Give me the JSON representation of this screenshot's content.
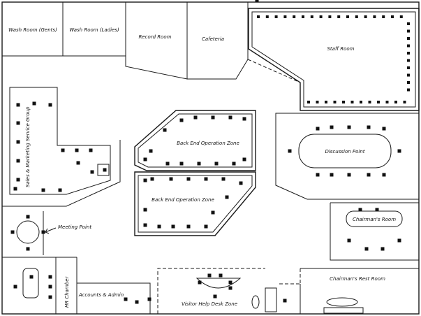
{
  "labels": {
    "wash_gents": "Wash Room (Gents)",
    "wash_ladies": "Wash Room (Ladies)",
    "record_room": "Record Room",
    "cafeteria": "Cafeteria",
    "staff_room": "Staff Room",
    "sales_marketing": "Sales & Marketing Service Group",
    "backend_upper": "Back End Operation Zone",
    "backend_lower": "Back End Operation Zone",
    "discussion_point": "Discussion Point",
    "meeting_point": "Meeting Point",
    "chairmans_room": "Chairman's Room",
    "hr_chamber": "HR Chamber",
    "accounts_admin": "Accounts & Admin",
    "visitor_help_desk": "Visitor Help Desk Zone",
    "chairmans_rest_room": "Chairman's Rest Room"
  },
  "colors": {
    "ink": "#1a1a1a",
    "background": "#ffffff"
  }
}
